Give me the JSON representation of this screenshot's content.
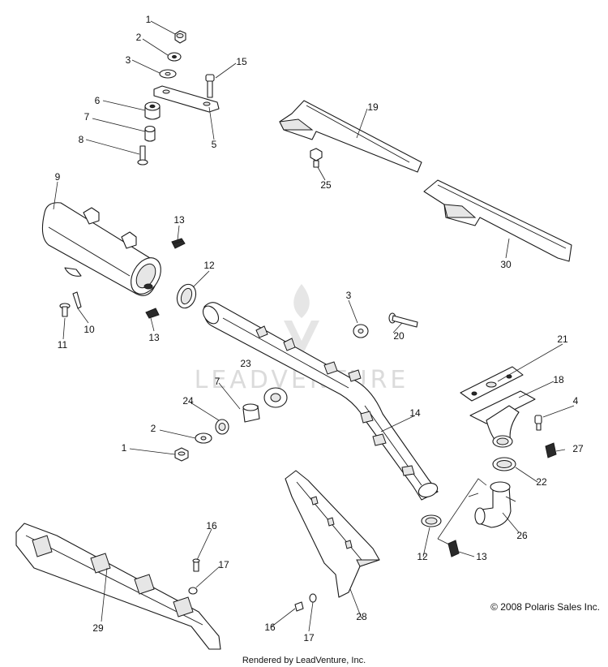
{
  "diagram": {
    "callouts": [
      {
        "id": "c1a",
        "label": "1"
      },
      {
        "id": "c2a",
        "label": "2"
      },
      {
        "id": "c3a",
        "label": "3"
      },
      {
        "id": "c15",
        "label": "15"
      },
      {
        "id": "c6",
        "label": "6"
      },
      {
        "id": "c7a",
        "label": "7"
      },
      {
        "id": "c5",
        "label": "5"
      },
      {
        "id": "c8",
        "label": "8"
      },
      {
        "id": "c19",
        "label": "19"
      },
      {
        "id": "c25",
        "label": "25"
      },
      {
        "id": "c9",
        "label": "9"
      },
      {
        "id": "c13a",
        "label": "13"
      },
      {
        "id": "c30",
        "label": "30"
      },
      {
        "id": "c12a",
        "label": "12"
      },
      {
        "id": "c10",
        "label": "10"
      },
      {
        "id": "c11",
        "label": "11"
      },
      {
        "id": "c13b",
        "label": "13"
      },
      {
        "id": "c3b",
        "label": "3"
      },
      {
        "id": "c20",
        "label": "20"
      },
      {
        "id": "c21",
        "label": "21"
      },
      {
        "id": "c23",
        "label": "23"
      },
      {
        "id": "c7b",
        "label": "7"
      },
      {
        "id": "c18",
        "label": "18"
      },
      {
        "id": "c4",
        "label": "4"
      },
      {
        "id": "c24",
        "label": "24"
      },
      {
        "id": "c14",
        "label": "14"
      },
      {
        "id": "c2b",
        "label": "2"
      },
      {
        "id": "c27",
        "label": "27"
      },
      {
        "id": "c1b",
        "label": "1"
      },
      {
        "id": "c22",
        "label": "22"
      },
      {
        "id": "c16a",
        "label": "16"
      },
      {
        "id": "c26",
        "label": "26"
      },
      {
        "id": "c17a",
        "label": "17"
      },
      {
        "id": "c12b",
        "label": "12"
      },
      {
        "id": "c13c",
        "label": "13"
      },
      {
        "id": "c29",
        "label": "29"
      },
      {
        "id": "c28",
        "label": "28"
      },
      {
        "id": "c16b",
        "label": "16"
      },
      {
        "id": "c17b",
        "label": "17"
      }
    ],
    "watermark": "LEADVENTURE",
    "copyright": "© 2008 Polaris Sales Inc.",
    "footer": "Rendered by LeadVenture, Inc."
  }
}
